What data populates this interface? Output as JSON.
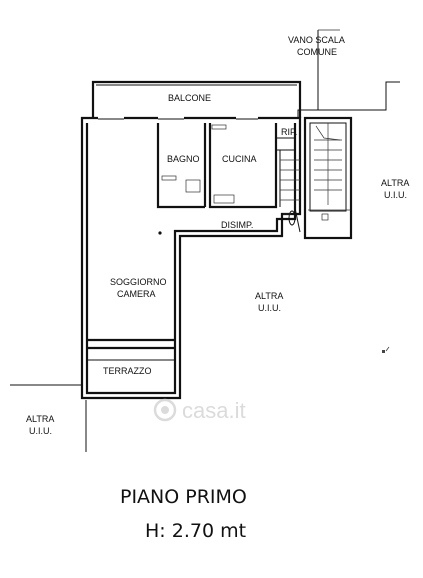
{
  "labels": {
    "vano_scala": "VANO SCALA",
    "comune": "COMUNE",
    "balcone": "BALCONE",
    "bagno": "BAGNO",
    "cucina": "CUCINA",
    "rip": "RIP.",
    "disimp": "DISIMP.",
    "soggiorno": "SOGGIORNO",
    "camera": "CAMERA",
    "terrazzo": "TERRAZZO",
    "altra": "ALTRA",
    "uiu": "U.I.U."
  },
  "footer": {
    "floor": "PIANO PRIMO",
    "height": "H: 2.70 mt"
  },
  "watermark": {
    "brand": "casa.it"
  }
}
